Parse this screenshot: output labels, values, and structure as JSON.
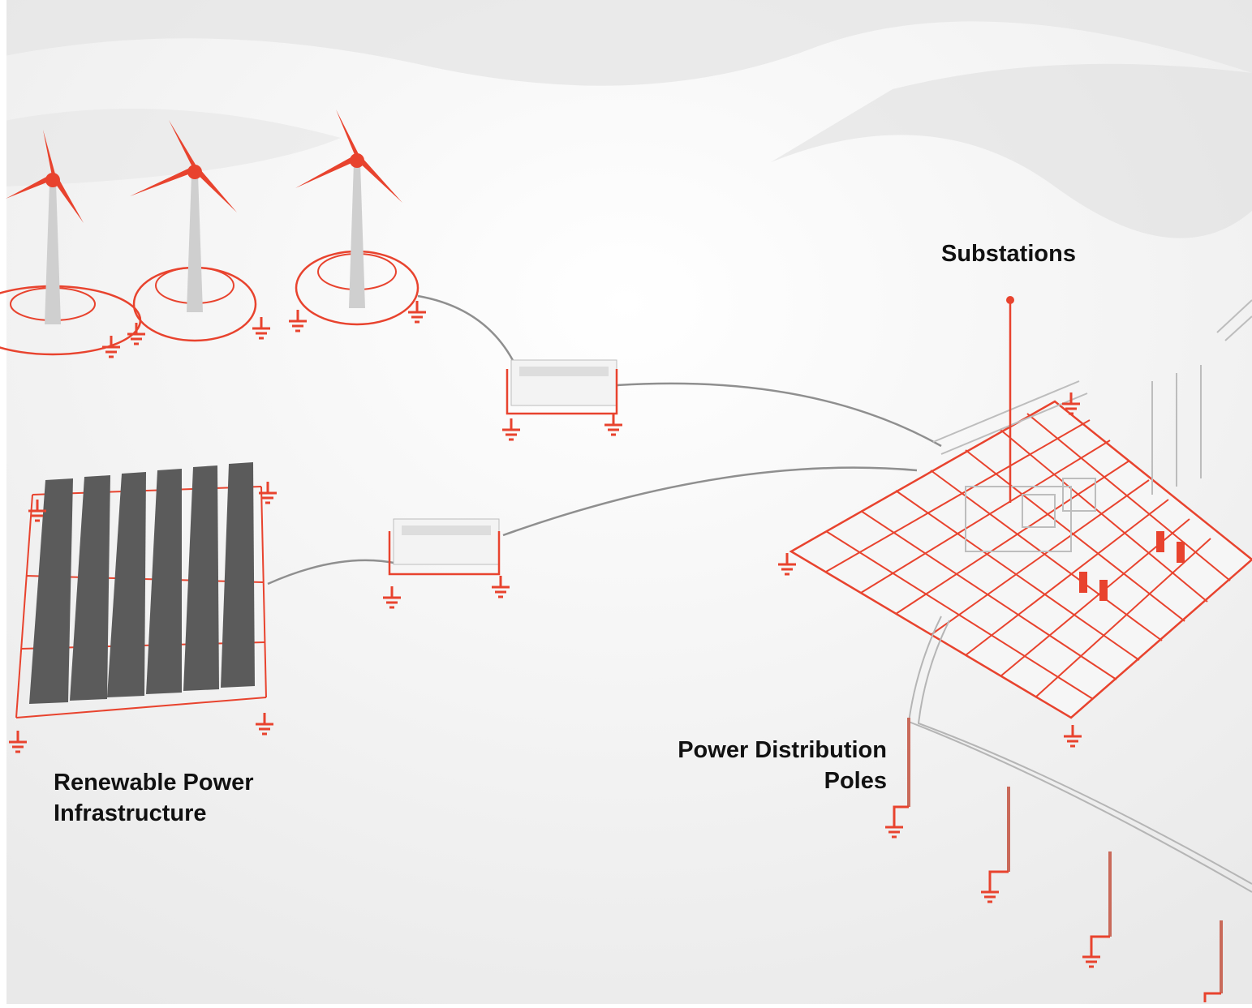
{
  "labels": {
    "substations": "Substations",
    "renewable_line1": "Renewable Power",
    "renewable_line2": "Infrastructure",
    "poles_line1": "Power Distribution",
    "poles_line2": "Poles"
  },
  "colors": {
    "accent_red": "#e8432e",
    "ground": "#f1f1f1",
    "panel": "#5b5b5b",
    "cable": "#8a8a8a",
    "text": "#111111"
  },
  "icons": [
    "wind-turbine-icon",
    "solar-panel-icon",
    "ground-symbol-icon",
    "inverter-box-icon",
    "substation-icon",
    "utility-pole-icon"
  ]
}
